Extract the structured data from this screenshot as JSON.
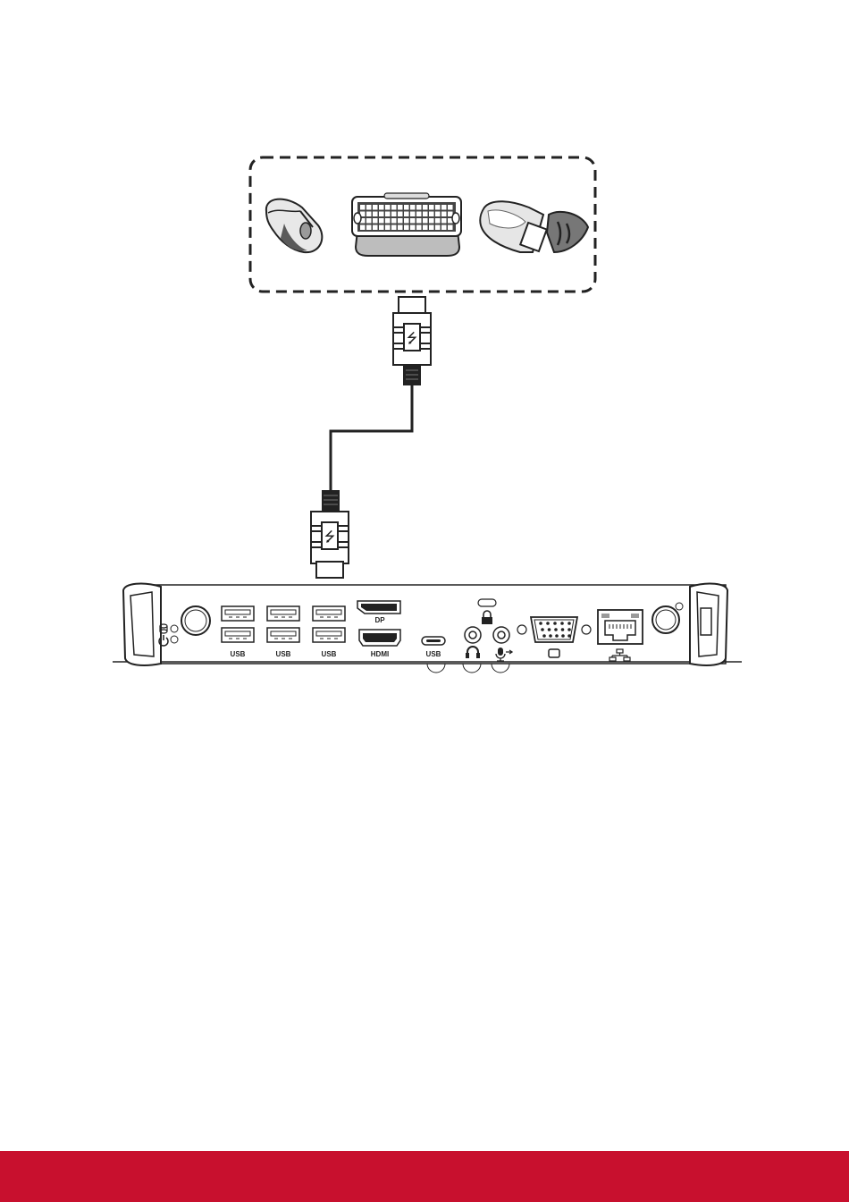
{
  "colors": {
    "footer_bar": "#c8102e",
    "line": "#222222",
    "device_fill": "#ffffff",
    "device_shade": "#9a9a9a",
    "device_dark": "#5a5a5a"
  },
  "peripherals": {
    "items": [
      {
        "name": "mouse",
        "icon": "mouse-icon"
      },
      {
        "name": "keyboard",
        "icon": "keyboard-icon"
      },
      {
        "name": "wireless-receiver",
        "icon": "usb-receiver-icon"
      }
    ]
  },
  "cable": {
    "connector_icon": "usb-symbol-icon"
  },
  "rear_panel": {
    "port_labels": {
      "usb_1": "USB",
      "usb_2": "USB",
      "usb_3": "USB",
      "dp": "DP",
      "hdmi": "HDMI",
      "usb_c": "USB"
    },
    "icons": [
      "hdd-led-icon",
      "power-icon",
      "lock-icon",
      "headphone-icon",
      "mic-icon",
      "vga-icon",
      "network-icon",
      "wifi-antenna-icon"
    ]
  }
}
